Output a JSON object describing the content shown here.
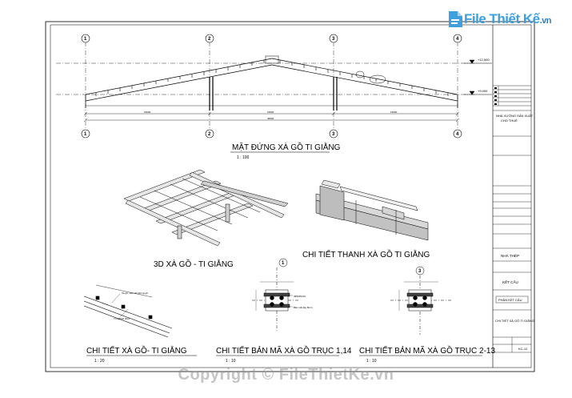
{
  "logo": {
    "brand": "File Thiết Kế",
    "domain": ".vn"
  },
  "watermark": "Copyright © FileThietKe.vn",
  "colors": {
    "line": "#000000",
    "paper": "#ffffff",
    "logo": "#3fa0dd",
    "watermark": "#9a9a9a"
  },
  "elevation": {
    "axis_top": [
      "1",
      "2",
      "3",
      "4"
    ],
    "axis_bottom": [
      "1",
      "2",
      "3",
      "4"
    ],
    "level_ridge": "+12,500",
    "level_eave": "+9,000",
    "title": "MẶT ĐỨNG XÀ GỒ TI GIẰNG",
    "scale": "1 : 100"
  },
  "views": {
    "iso_title": "3D XÀ GỒ - TI GIẰNG",
    "detail_title": "CHI TIẾT THANH XÀ GỒ TI GIẰNG"
  },
  "details": [
    {
      "title": "CHI TIẾT XÀ GỒ- TI GIẰNG",
      "scale": "1 : 20",
      "note1": "Xà gồ, xem chi tiết xà gồ",
      "note2": "TI GIẰNG Ф14"
    },
    {
      "title": "CHI TIẾT BẢN MÃ XÀ GỒ TRỤC 1,14",
      "scale": "1 : 10",
      "bubble": "1",
      "note1": "4ФM16x40",
      "note2": "Bản mã dày 8mm"
    },
    {
      "title": "CHI TIẾT BẢN MÃ XÀ GỒ TRỤC 2-13",
      "scale": "1 : 10",
      "bubble": "3"
    }
  ],
  "title_block": {
    "owner": "NHÀ XƯỞNG SẢN XUẤT",
    "owner_line2": "CHO THUÊ",
    "project": "NHÀ THÉP",
    "category": "KẾT CẤU",
    "part": "PHẦN KẾT CẤU",
    "sheet_title": "CHI TIẾT XÀ GỒ TI GIẰNG",
    "sheet_no": "KC-12"
  }
}
